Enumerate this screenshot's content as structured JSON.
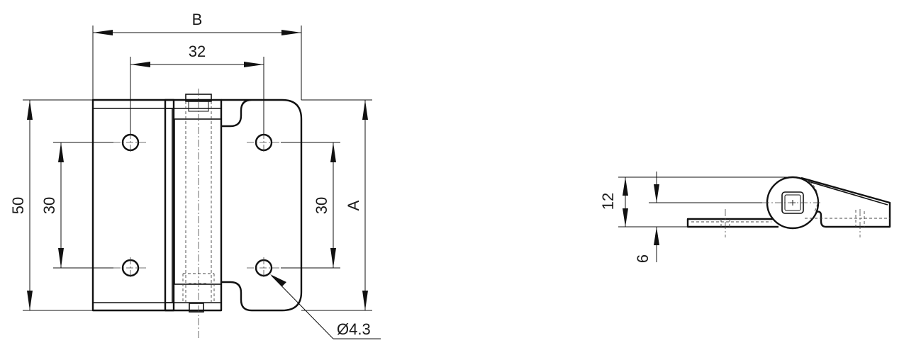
{
  "drawing": {
    "dimensions": {
      "overall_width": "B",
      "hole_spacing_horizontal": "32",
      "overall_height": "50",
      "hole_spacing_vertical_left": "30",
      "hole_spacing_vertical_right": "30",
      "leaf_height": "A",
      "hole_diameter": "Ø4.3",
      "side_height": "12",
      "plate_thickness": "6"
    }
  }
}
